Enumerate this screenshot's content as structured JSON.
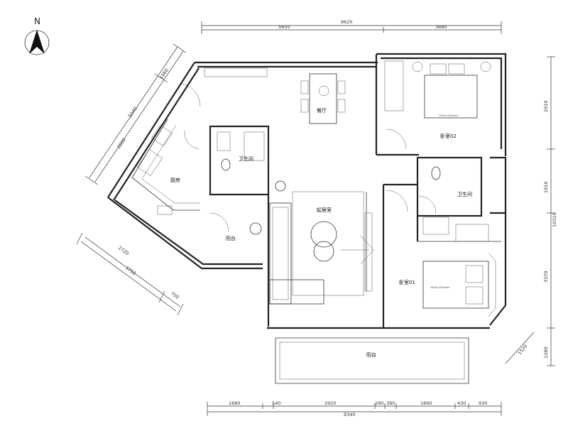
{
  "compass": {
    "label": "N"
  },
  "rooms": {
    "dining": "餐厅",
    "kitchen": "厨房",
    "bath_left": "卫生间",
    "balcony_small": "阳台",
    "living": "起居室",
    "bedroom02": "卧室02",
    "bath_right": "卫生间",
    "bedroom01": "卧室01",
    "balcony_big": "阳台"
  },
  "beds": {
    "bed02_size": "1500×2000mm",
    "bed01_size": "1800×2000mm"
  },
  "dims_top": {
    "total": "9620",
    "left": "5650",
    "right": "3680"
  },
  "dims_bottom": {
    "total": "9340",
    "segments": [
      "1680",
      "540",
      "2920",
      "290",
      "390",
      "1890",
      "430",
      "930"
    ]
  },
  "dims_right": {
    "seg1": "2910",
    "seg2": "1910",
    "seg3": "3370",
    "seg4": "1280",
    "total": "10310",
    "diag": "1520"
  },
  "dims_left_top": {
    "a": "1960",
    "b": "5040",
    "c": "2660"
  },
  "dims_left_bottom": {
    "a": "2720",
    "b": "3750",
    "c": "700"
  }
}
